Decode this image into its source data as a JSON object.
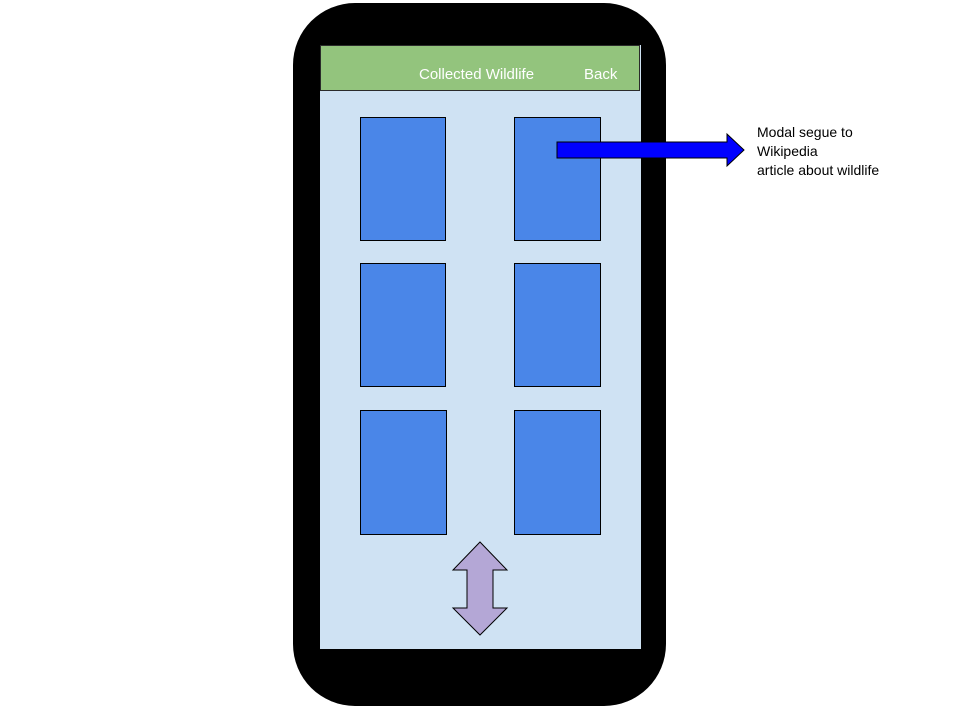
{
  "navbar": {
    "title": "Collected Wildlife",
    "back_label": "Back"
  },
  "grid": {
    "tiles": [
      "",
      "",
      "",
      "",
      "",
      ""
    ]
  },
  "annotation": {
    "lines": [
      "Modal segue to",
      "Wikipedia",
      "article about wildlife"
    ]
  },
  "colors": {
    "phone_frame": "#000000",
    "screen_background": "#cfe2f3",
    "navbar_background": "#93c47d",
    "navbar_text": "#ffffff",
    "tile_fill": "#4a86e8",
    "segue_arrow": "#0000ff",
    "scroll_arrow": "#b4a7d6"
  },
  "icons": {
    "segue_arrow": "right-arrow-icon",
    "scroll_indicator": "up-down-arrow-icon"
  }
}
